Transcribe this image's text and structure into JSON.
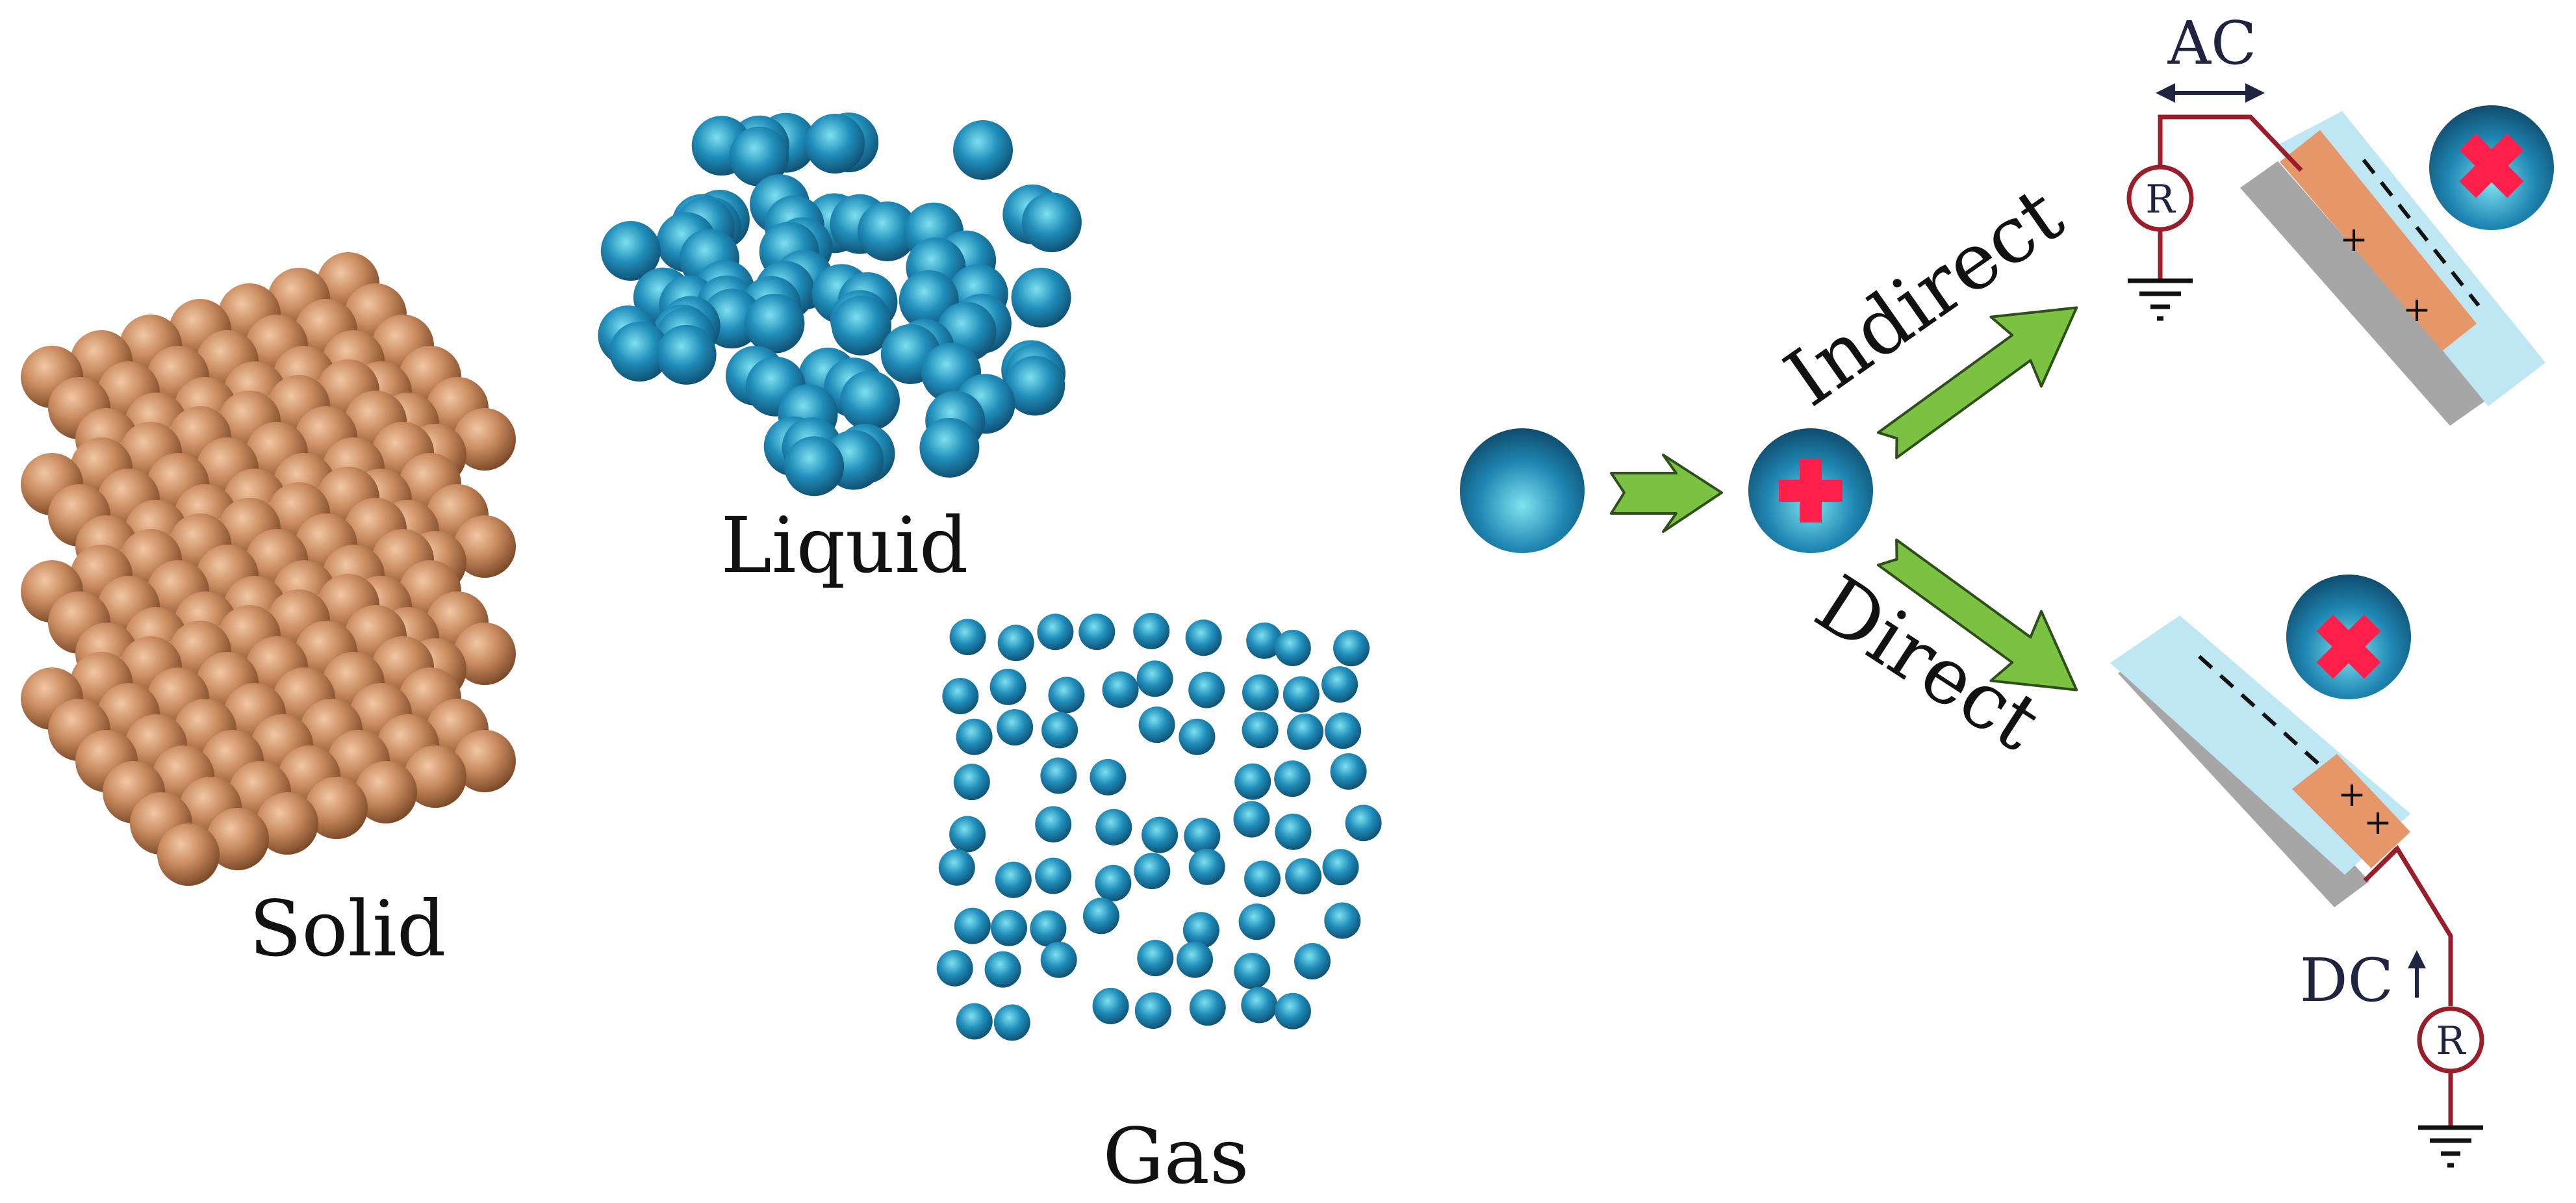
{
  "labels": {
    "solid": "Solid",
    "liquid": "Liquid",
    "gas": "Gas",
    "indirect": "Indirect",
    "direct": "Direct",
    "ac": "AC",
    "dc": "DC",
    "resistor_top": "R",
    "resistor_bottom": "R",
    "plus": "+",
    "minus": "−"
  },
  "colors": {
    "solid_particle": "#c98a5e",
    "fluid_particle": "#1b82b0",
    "arrow_fill": "#7cc242",
    "arrow_stroke": "#2f4f1a",
    "wire": "#9a1d2a",
    "charge_mark": "#ff1f4b",
    "dielectric": "#bfe6f3",
    "electrode": "#e6976a",
    "substrate": "#a6a6a6",
    "label_dark": "#1f2440"
  },
  "icons": {
    "positive_ion": "plus-icon",
    "neutralized": "cross-icon",
    "ground": "ground-icon",
    "resistor": "resistor-icon",
    "double_arrow": "double-arrow-icon",
    "up_arrow": "up-arrow-icon"
  }
}
